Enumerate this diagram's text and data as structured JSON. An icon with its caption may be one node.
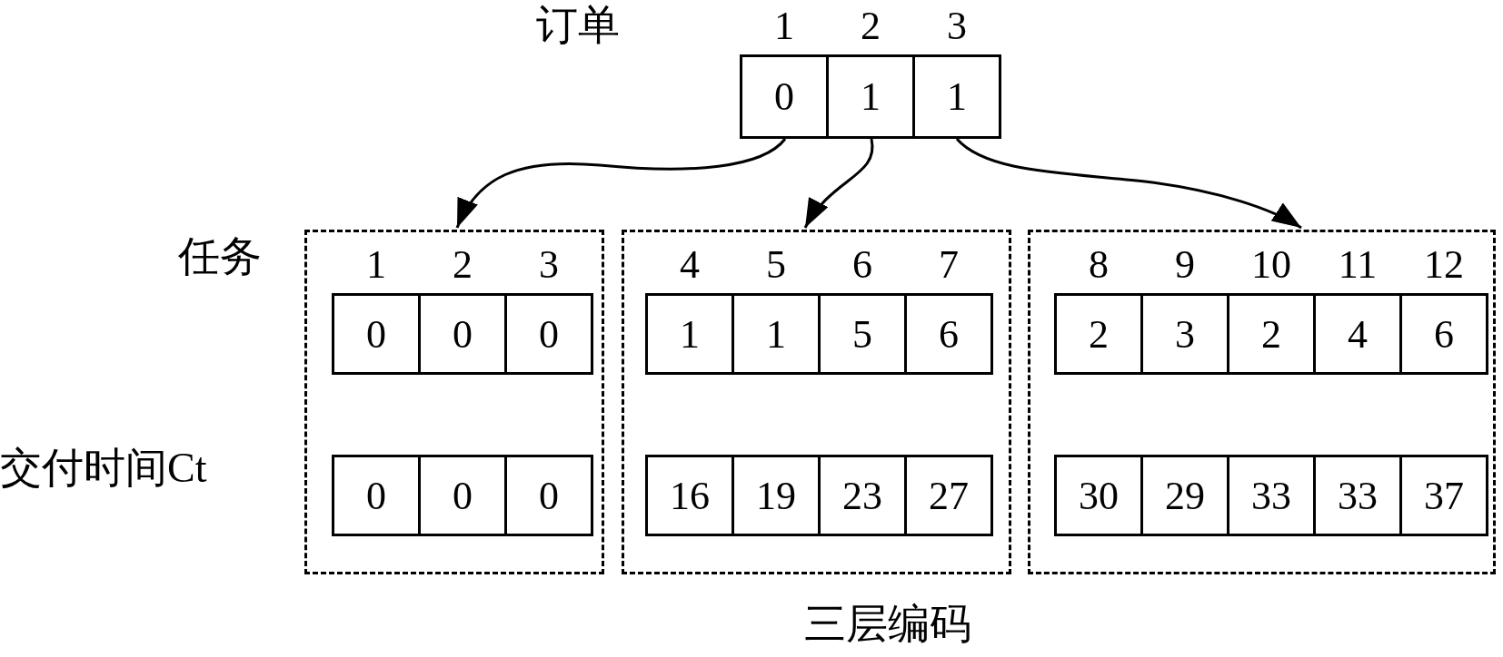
{
  "diagram": {
    "caption": "三层编码",
    "nodes": [
      {
        "text": [
          "0"
        ],
        "beside": [
          "1"
        ]
      },
      {
        "text": [
          "1"
        ],
        "beside": [
          "2"
        ]
      },
      {
        "text": [
          "1"
        ],
        "beside": [
          "3"
        ]
      },
      {
        "text": [],
        "shape": "box"
      },
      {
        "text": [],
        "shape": "box"
      },
      {
        "text": [],
        "shape": "box"
      },
      {
        "text": [
          "0"
        ],
        "beside": [
          "1"
        ],
        "in": 3
      },
      {
        "text": [
          "0"
        ],
        "beside": [
          "2"
        ],
        "in": 3
      },
      {
        "text": [
          "0"
        ],
        "beside": [
          "3"
        ],
        "in": 3
      },
      {
        "text": [
          "1"
        ],
        "beside": [
          "4"
        ],
        "in": 4
      },
      {
        "text": [
          "1"
        ],
        "beside": [
          "5"
        ],
        "in": 4
      },
      {
        "text": [
          "5"
        ],
        "beside": [
          "6"
        ],
        "in": 4
      },
      {
        "text": [
          "6"
        ],
        "beside": [
          "7"
        ],
        "in": 4
      },
      {
        "text": [
          "2"
        ],
        "beside": [
          "8"
        ],
        "in": 5
      },
      {
        "text": [
          "3"
        ],
        "beside": [
          "9"
        ],
        "in": 5
      },
      {
        "text": [
          "2"
        ],
        "beside": [
          "10"
        ],
        "in": 5
      },
      {
        "text": [
          "4"
        ],
        "beside": [
          "11"
        ],
        "in": 5
      },
      {
        "text": [
          "6"
        ],
        "beside": [
          "12"
        ],
        "in": 5
      },
      {
        "text": [
          "0"
        ],
        "in": 3
      },
      {
        "text": [
          "0"
        ],
        "in": 3
      },
      {
        "text": [
          "0"
        ],
        "in": 3
      },
      {
        "text": [
          "16"
        ],
        "in": 4
      },
      {
        "text": [
          "19"
        ],
        "in": 4
      },
      {
        "text": [
          "23"
        ],
        "in": 4
      },
      {
        "text": [
          "27"
        ],
        "in": 4
      },
      {
        "text": [
          "30"
        ],
        "in": 5
      },
      {
        "text": [
          "29"
        ],
        "in": 5
      },
      {
        "text": [
          "33"
        ],
        "in": 5
      },
      {
        "text": [
          "33"
        ],
        "in": 5
      },
      {
        "text": [
          "37"
        ],
        "in": 5
      }
    ],
    "edges": [
      {
        "from": 0,
        "to": 3,
        "arrow": "to"
      },
      {
        "from": 1,
        "to": 4,
        "arrow": "to"
      },
      {
        "from": 2,
        "to": 5,
        "arrow": "to"
      }
    ],
    "labels": [
      "订单",
      "任务",
      "交付时间Ct"
    ]
  }
}
